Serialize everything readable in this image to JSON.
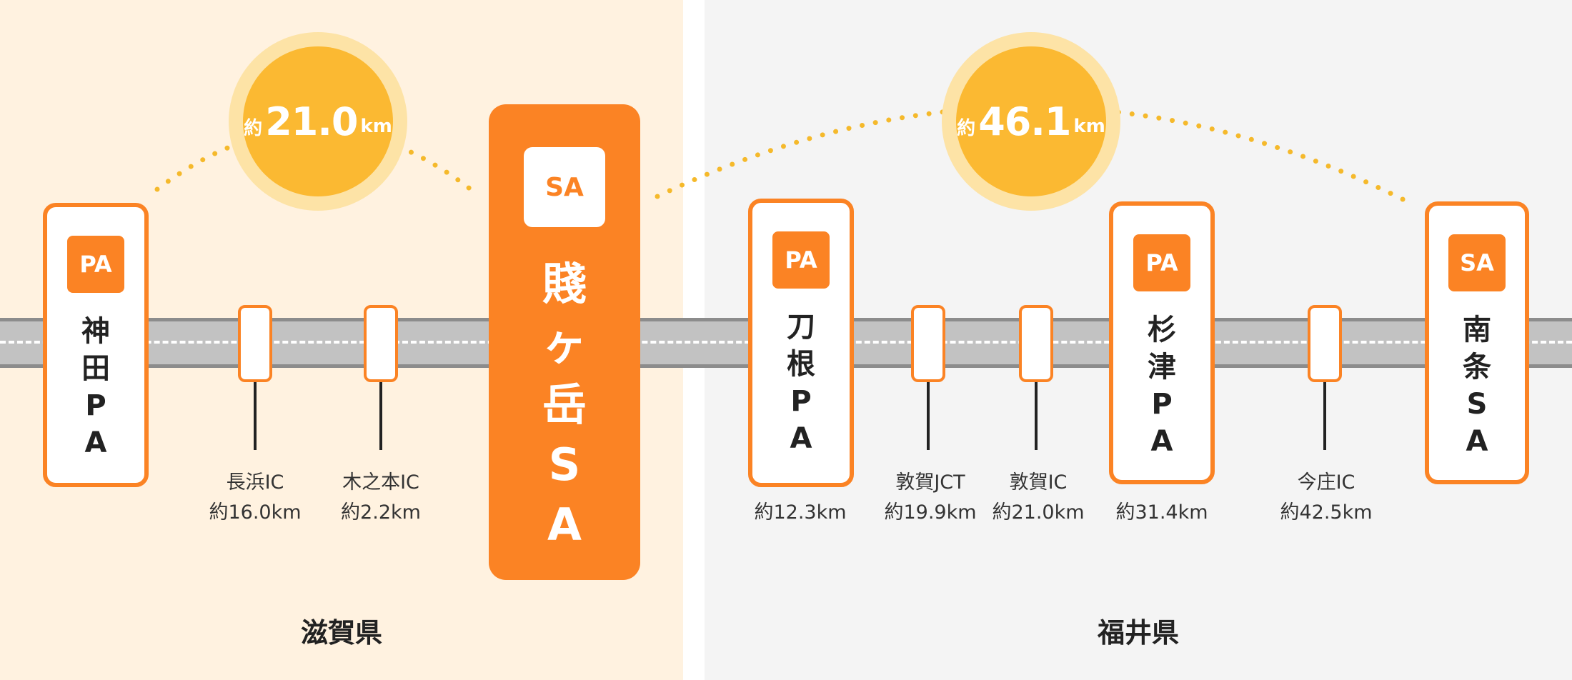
{
  "regions": {
    "left": {
      "label": "滋賀県",
      "color": "#fff2e0"
    },
    "right": {
      "label": "福井県",
      "color": "#f4f4f4"
    }
  },
  "colors": {
    "accent": "#fb8324",
    "bubble": "#fbb932",
    "bubble_ring": "#fde3a6",
    "dots": "#f5b92b",
    "road": "#c2c2c2"
  },
  "segments": [
    {
      "prefix": "約",
      "value": "21.0",
      "unit": "km"
    },
    {
      "prefix": "約",
      "value": "46.1",
      "unit": "km"
    }
  ],
  "stations": [
    {
      "type": "PA",
      "name": "神田PA"
    },
    {
      "type": "PA",
      "name": "刀根PA"
    },
    {
      "type": "PA",
      "name": "杉津PA"
    },
    {
      "type": "SA",
      "name": "南条SA"
    }
  ],
  "major_station": {
    "type": "SA",
    "name": "賤ヶ岳SA"
  },
  "interchanges": [
    {
      "name": "長浜IC",
      "distance": "約16.0km"
    },
    {
      "name": "木之本IC",
      "distance": "約2.2km"
    },
    {
      "name": "敦賀JCT",
      "distance": "約19.9km"
    },
    {
      "name": "敦賀IC",
      "distance": "約21.0km"
    },
    {
      "name": "今庄IC",
      "distance": "約42.5km"
    }
  ],
  "station_distances": [
    {
      "distance": "約12.3km"
    },
    {
      "distance": "約31.4km"
    }
  ]
}
